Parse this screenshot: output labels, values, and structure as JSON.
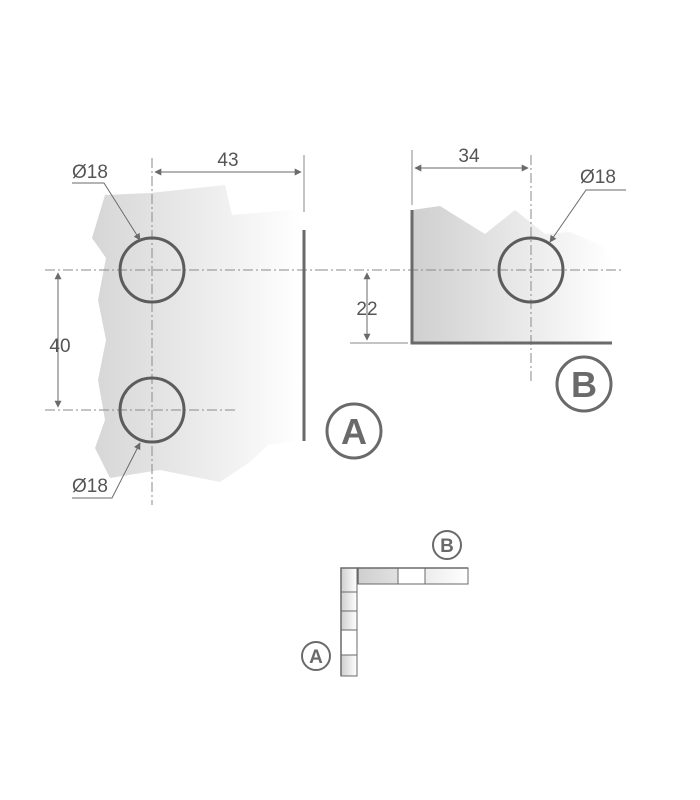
{
  "panel_a": {
    "letter": "A",
    "hole_top_label": "Ø18",
    "hole_bottom_label": "Ø18",
    "horizontal_dimension": "43",
    "vertical_dimension": "40"
  },
  "panel_b": {
    "letter": "B",
    "hole_label": "Ø18",
    "horizontal_dimension": "34",
    "vertical_dimension": "22"
  },
  "assembly": {
    "label_a": "A",
    "label_b": "B"
  },
  "colors": {
    "line": "#5c5c5c",
    "dim_line": "#6a6a6a",
    "fill_dark": "#d6d6d6",
    "fill_light": "#ffffff"
  }
}
